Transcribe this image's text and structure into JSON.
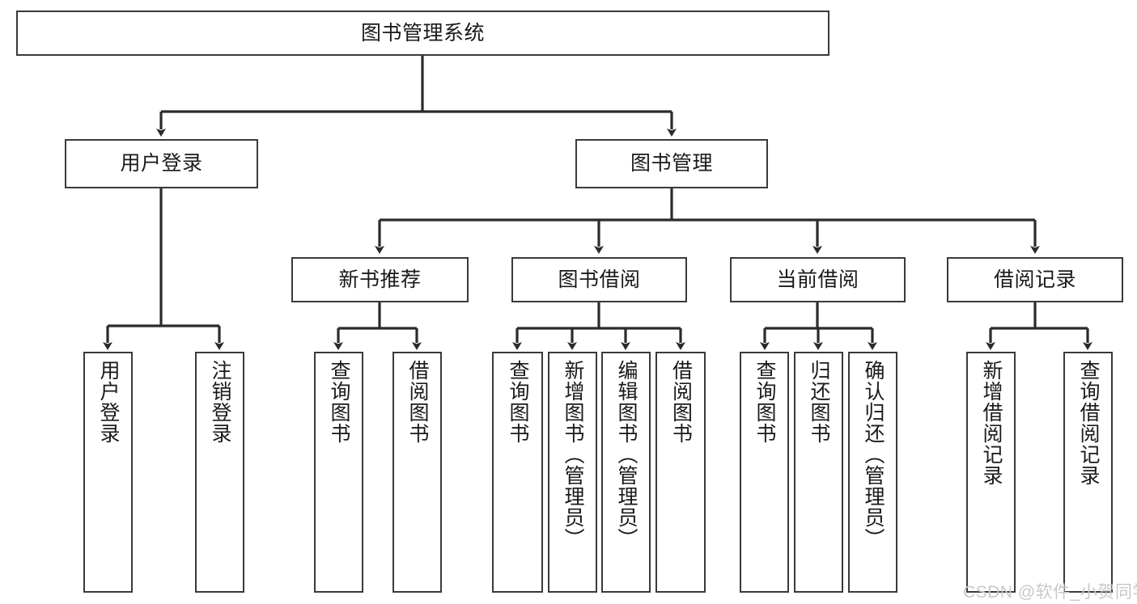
{
  "diagram": {
    "title": "图书管理系统",
    "type": "功能结构图",
    "root": {
      "label": "图书管理系统"
    },
    "level2": [
      {
        "id": "user-login",
        "label": "用户登录"
      },
      {
        "id": "book-manage",
        "label": "图书管理"
      }
    ],
    "level3": [
      {
        "id": "new-book-recommend",
        "label": "新书推荐",
        "parent": "book-manage"
      },
      {
        "id": "book-borrow",
        "label": "图书借阅",
        "parent": "book-manage"
      },
      {
        "id": "current-borrow",
        "label": "当前借阅",
        "parent": "book-manage"
      },
      {
        "id": "borrow-record",
        "label": "借阅记录",
        "parent": "book-manage"
      }
    ],
    "leaves": {
      "user_login": [
        {
          "id": "leaf-user-login",
          "label": "用户登录"
        },
        {
          "id": "leaf-user-logout",
          "label": "注销登录"
        }
      ],
      "new_book_recommend": [
        {
          "id": "leaf-query-book-1",
          "label": "查询图书"
        },
        {
          "id": "leaf-borrow-book-1",
          "label": "借阅图书"
        }
      ],
      "book_borrow": [
        {
          "id": "leaf-query-book-2",
          "label": "查询图书"
        },
        {
          "id": "leaf-add-book",
          "label": "新增图书（管理员）"
        },
        {
          "id": "leaf-edit-book",
          "label": "编辑图书（管理员）"
        },
        {
          "id": "leaf-borrow-book-2",
          "label": "借阅图书"
        }
      ],
      "current_borrow": [
        {
          "id": "leaf-query-book-3",
          "label": "查询图书"
        },
        {
          "id": "leaf-return-book",
          "label": "归还图书"
        },
        {
          "id": "leaf-confirm-return",
          "label": "确认归还（管理员）"
        }
      ],
      "borrow_record": [
        {
          "id": "leaf-add-record",
          "label": "新增借阅记录"
        },
        {
          "id": "leaf-query-record",
          "label": "查询借阅记录"
        }
      ]
    }
  },
  "watermark": {
    "text": "CSDN @软件_小贺同学"
  },
  "colors": {
    "border": "#3a3a3a",
    "text": "#1a1a1a",
    "background": "#ffffff",
    "edge": "#2b2b2b",
    "watermark": "#c9c9c9"
  }
}
